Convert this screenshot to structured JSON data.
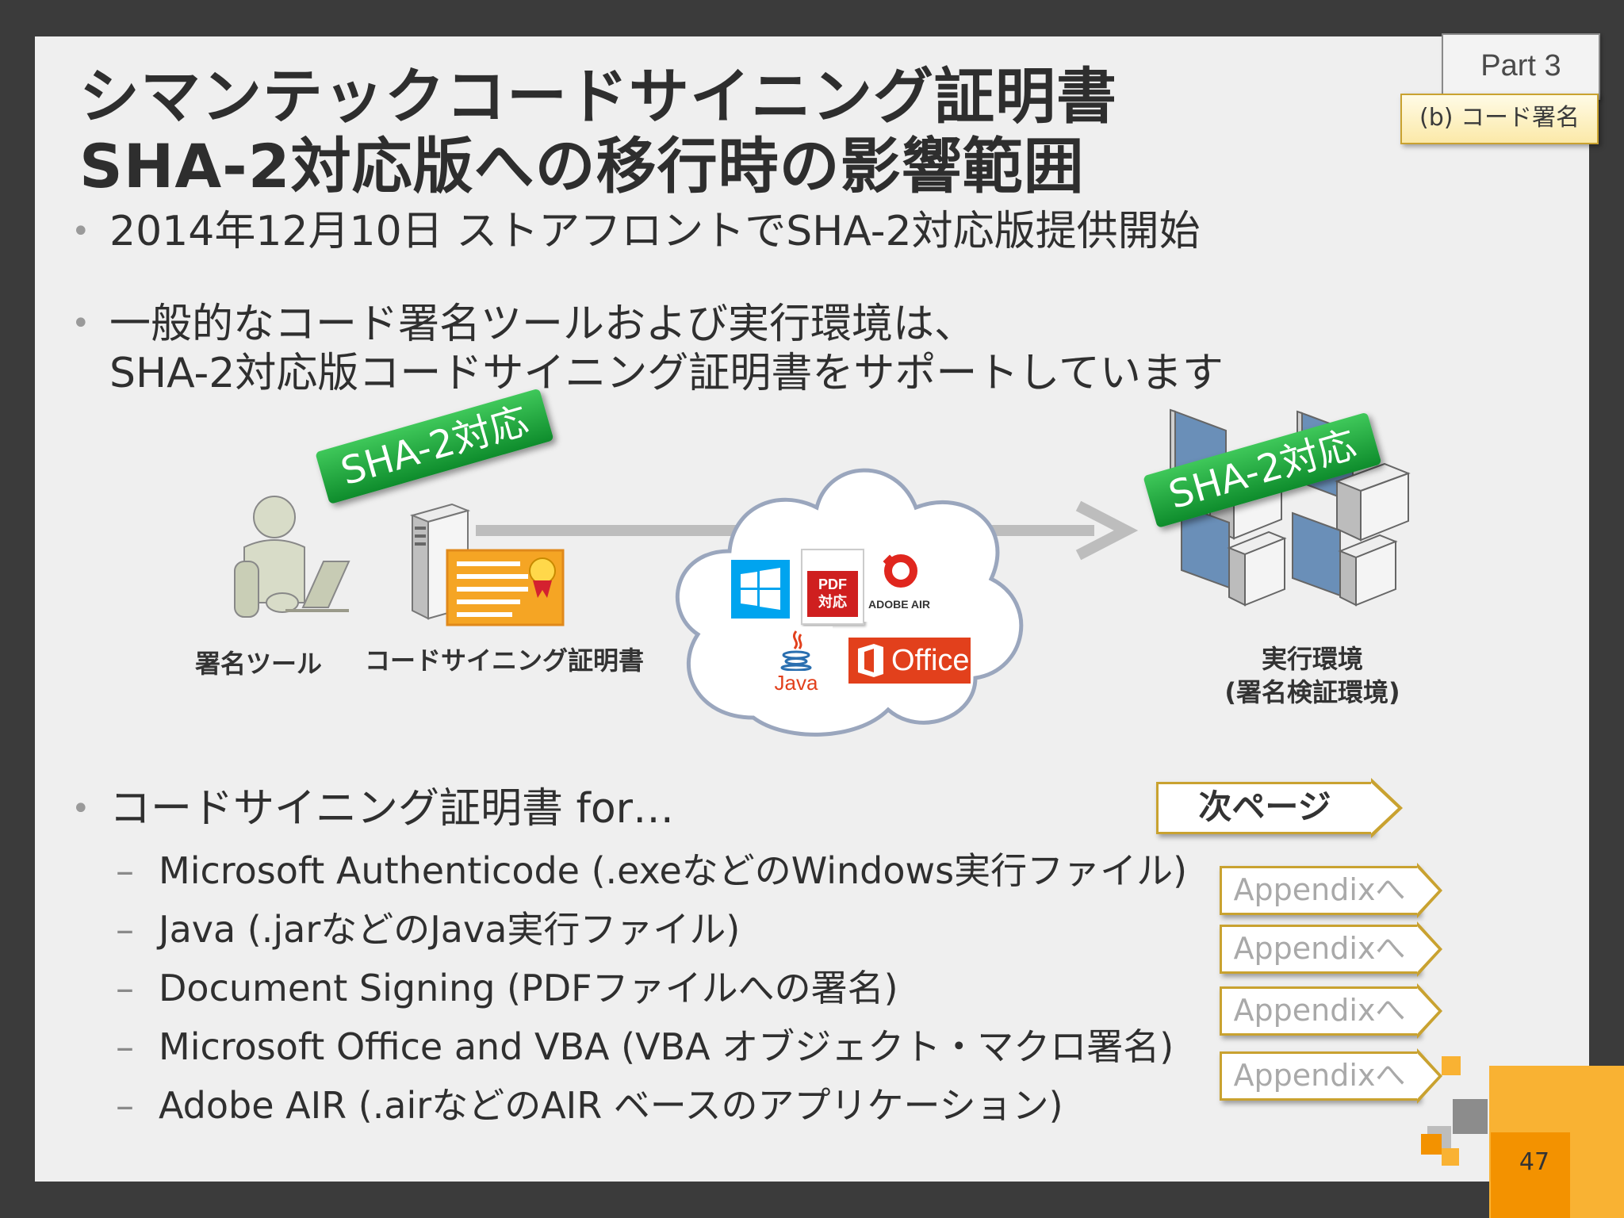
{
  "header": {
    "title_line1": "シマンテックコードサイニング証明書",
    "title_line2": "SHA-2対応版への移行時の影響範囲"
  },
  "badge": {
    "part": "Part 3",
    "section": "(b) コード署名"
  },
  "bullets": {
    "b1": "2014年12月10日 ストアフロントでSHA-2対応版提供開始",
    "b2_line1": "一般的なコード署名ツールおよび実行環境は、",
    "b2_line2": "SHA-2対応版コードサイニング証明書をサポートしています",
    "b3": "コードサイニング証明書 for…",
    "symbol": "•",
    "dash": "–"
  },
  "subitems": [
    "Microsoft Authenticode (.exeなどのWindows実行ファイル)",
    "Java (.jarなどのJava実行ファイル)",
    "Document Signing (PDFファイルへの署名)",
    "Microsoft Office and VBA (VBA オブジェクト・マクロ署名)",
    "Adobe AIR (.airなどのAIR ベースのアプリケーション)"
  ],
  "diagram": {
    "ribbon": "SHA-2対応",
    "label_tool": "署名ツール",
    "label_cert": "コードサイニング証明書",
    "label_env1": "実行環境",
    "label_env2": "(署名検証環境)",
    "pdf_line1": "PDF",
    "pdf_line2": "対応",
    "adobe_air": "ADOBE AIR",
    "java": "Java",
    "office": "Office"
  },
  "nav": {
    "next": "次ページ",
    "appendix": "Appendixへ"
  },
  "page_number": "47",
  "colors": {
    "accent": "#c9a230",
    "ribbon": "#1a9e38",
    "office": "#e2401c",
    "windows": "#00a4ef",
    "orange": "#f5a524"
  }
}
